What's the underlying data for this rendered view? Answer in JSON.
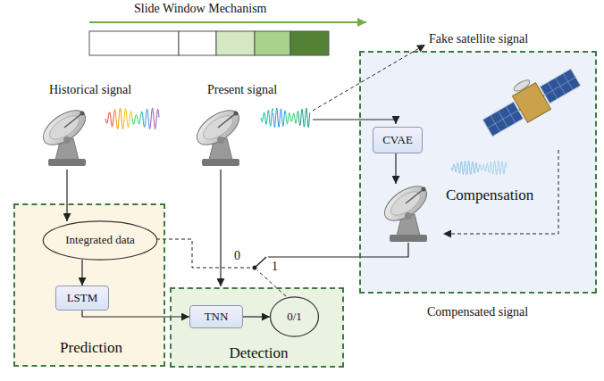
{
  "diagram": {
    "nodes": [
      {
        "text": [
          "Prediction"
        ]
      },
      {
        "text": [
          "Integrated data"
        ],
        "in": 0
      },
      {
        "text": [
          "LSTM"
        ],
        "in": 0
      },
      {
        "text": [
          "Detection"
        ]
      },
      {
        "text": [
          "TNN"
        ],
        "in": 3
      },
      {
        "text": [
          "0/1"
        ],
        "in": 3
      },
      {
        "text": [
          "Compensation"
        ]
      },
      {
        "text": [
          "CVAE"
        ],
        "in": 6
      }
    ],
    "edges": [
      {
        "from": 1,
        "to": 2,
        "arrow": "to"
      },
      {
        "from": 2,
        "to": 4,
        "arrow": "to"
      },
      {
        "from": 4,
        "to": 5,
        "arrow": "to"
      }
    ],
    "labels": [
      "Slide Window Mechanism",
      "Historical signal",
      "Present signal",
      "Fake satellite signal",
      "Compensated signal",
      "0",
      "1"
    ]
  }
}
